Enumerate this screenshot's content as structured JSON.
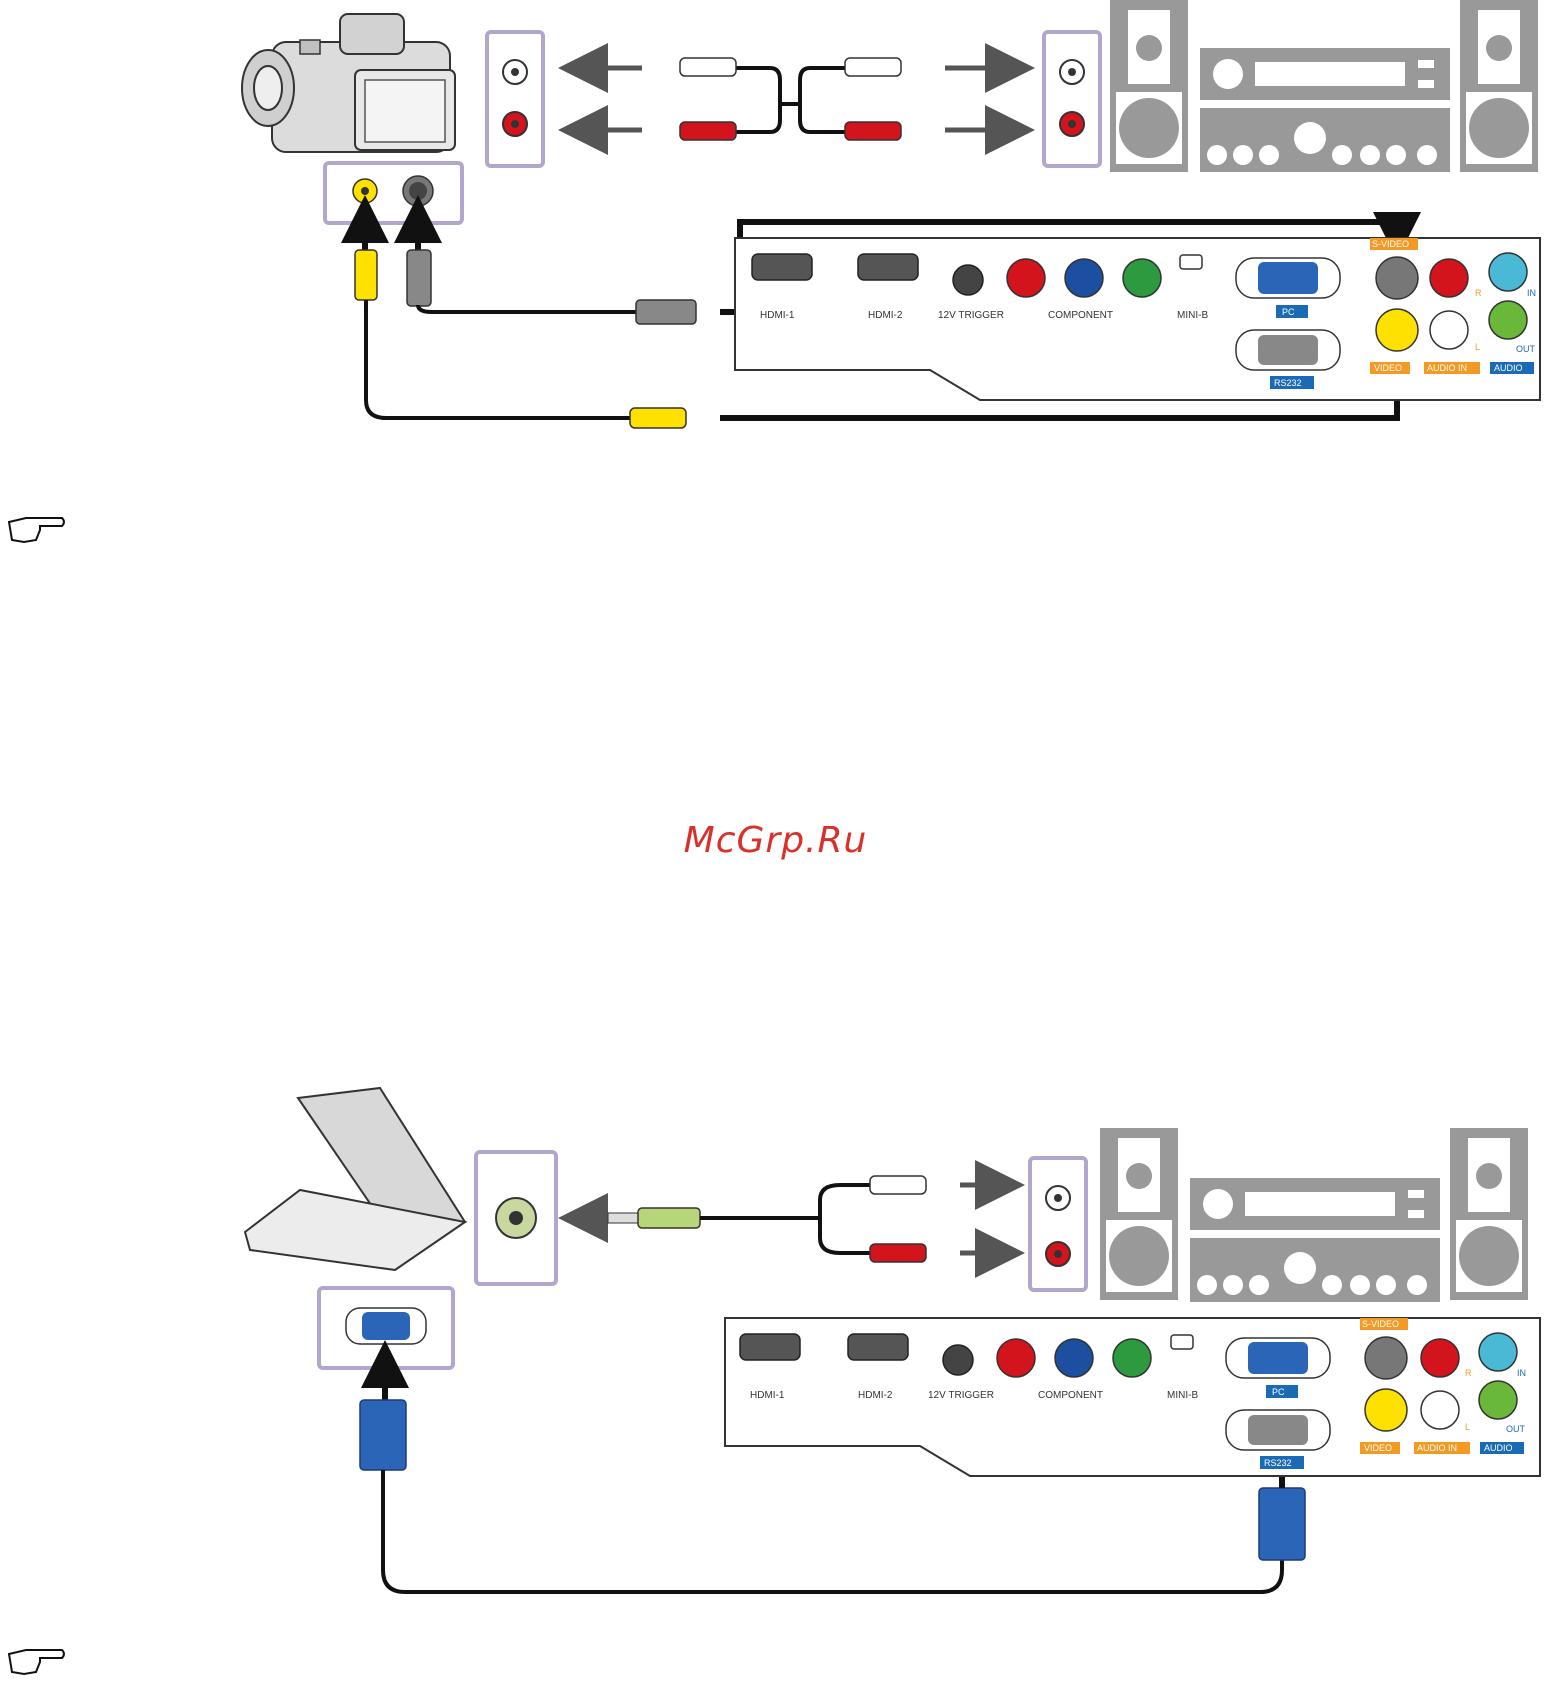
{
  "watermark": "McGrp.Ru",
  "panel": {
    "hdmi1": "HDMI-1",
    "hdmi2": "HDMI-2",
    "trigger": "12V TRIGGER",
    "component": "COMPONENT",
    "minib": "MINI-B",
    "pc": "PC",
    "rs232": "RS232",
    "svideo": "S-VIDEO",
    "video": "VIDEO",
    "audio_in": "AUDIO IN",
    "audio": "AUDIO",
    "in": "IN",
    "out": "OUT",
    "r": "R",
    "l": "L"
  },
  "colors": {
    "frame": "#b3a6cc",
    "tag_orange": "#f39a25",
    "tag_blue": "#1a6ab5",
    "yellow": "#ffe100",
    "red": "#d3141c",
    "blue": "#1c4fa0",
    "green": "#2e9a3f",
    "cyan": "#49b9d6",
    "lime": "#6ab83a",
    "vga_blue": "#2a65b8"
  },
  "icons": [
    "camcorder-icon",
    "laptop-icon",
    "speaker-icon",
    "amplifier-icon",
    "pointing-hand-icon"
  ]
}
